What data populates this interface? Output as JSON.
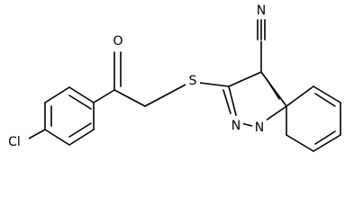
{
  "diagram": {
    "type": "chemical-structure",
    "atom_labels": {
      "carbonyl_oxygen": "O",
      "sulfur": "S",
      "nitrile_nitrogen": "N",
      "chlorine": "Cl",
      "pyrazole_nitrogen": "N",
      "bridgehead_nitrogen": "N"
    }
  }
}
